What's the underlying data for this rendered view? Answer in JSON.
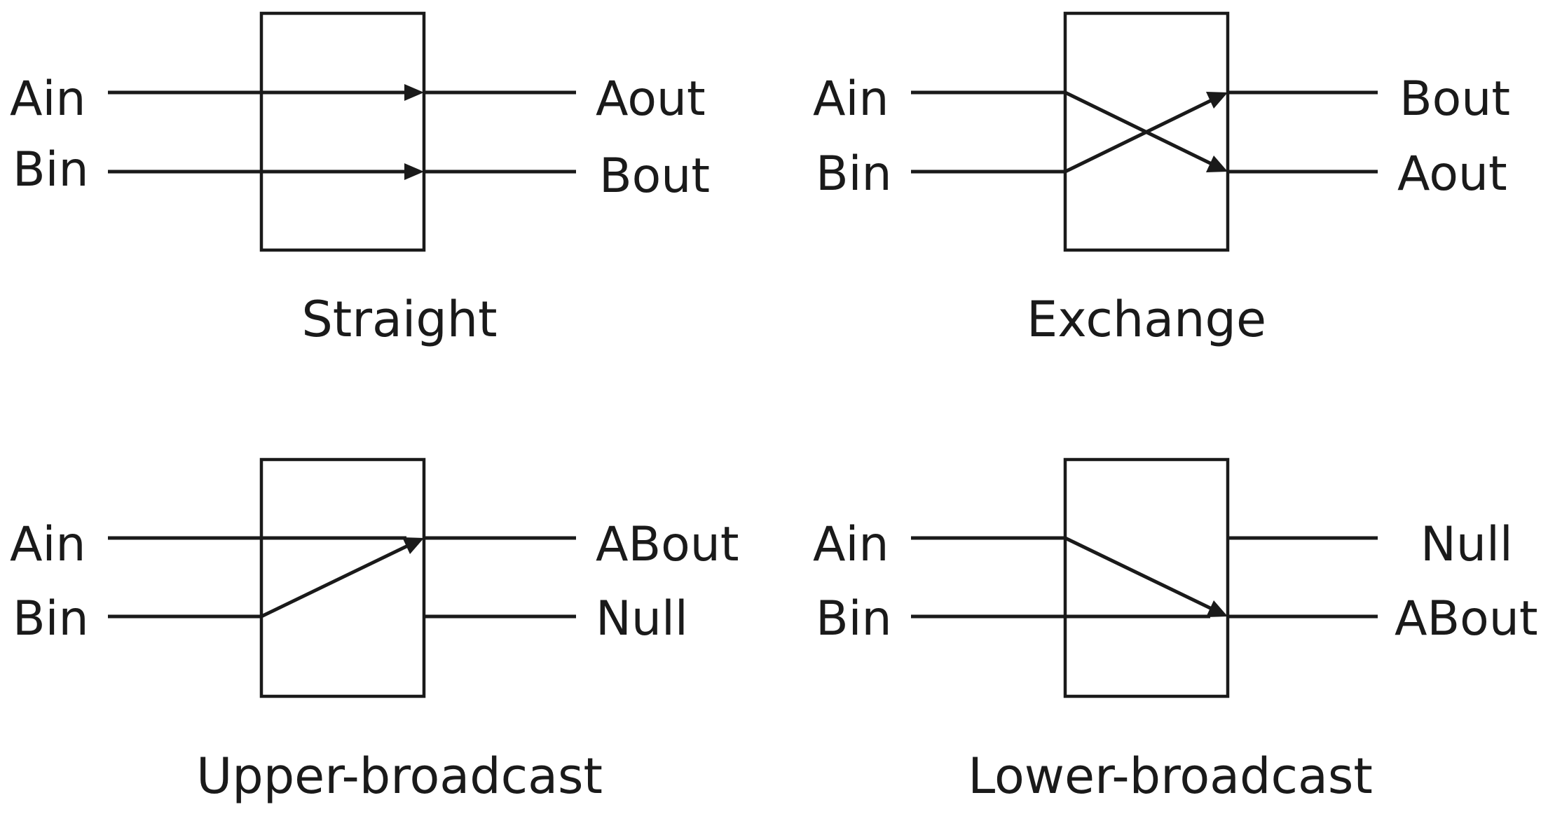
{
  "switches": [
    {
      "id": "straight",
      "caption": "Straight",
      "inputs": [
        "Ain",
        "Bin"
      ],
      "outputs": [
        "Aout",
        "Bout"
      ]
    },
    {
      "id": "exchange",
      "caption": "Exchange",
      "inputs": [
        "Ain",
        "Bin"
      ],
      "outputs": [
        "Bout",
        "Aout"
      ]
    },
    {
      "id": "upper-broadcast",
      "caption": "Upper-broadcast",
      "inputs": [
        "Ain",
        "Bin"
      ],
      "outputs": [
        "ABout",
        "Null"
      ]
    },
    {
      "id": "lower-broadcast",
      "caption": "Lower-broadcast",
      "inputs": [
        "Ain",
        "Bin"
      ],
      "outputs": [
        "Null",
        "ABout"
      ]
    }
  ],
  "colors": {
    "ink": "#1a1a1a",
    "background": "#ffffff"
  }
}
